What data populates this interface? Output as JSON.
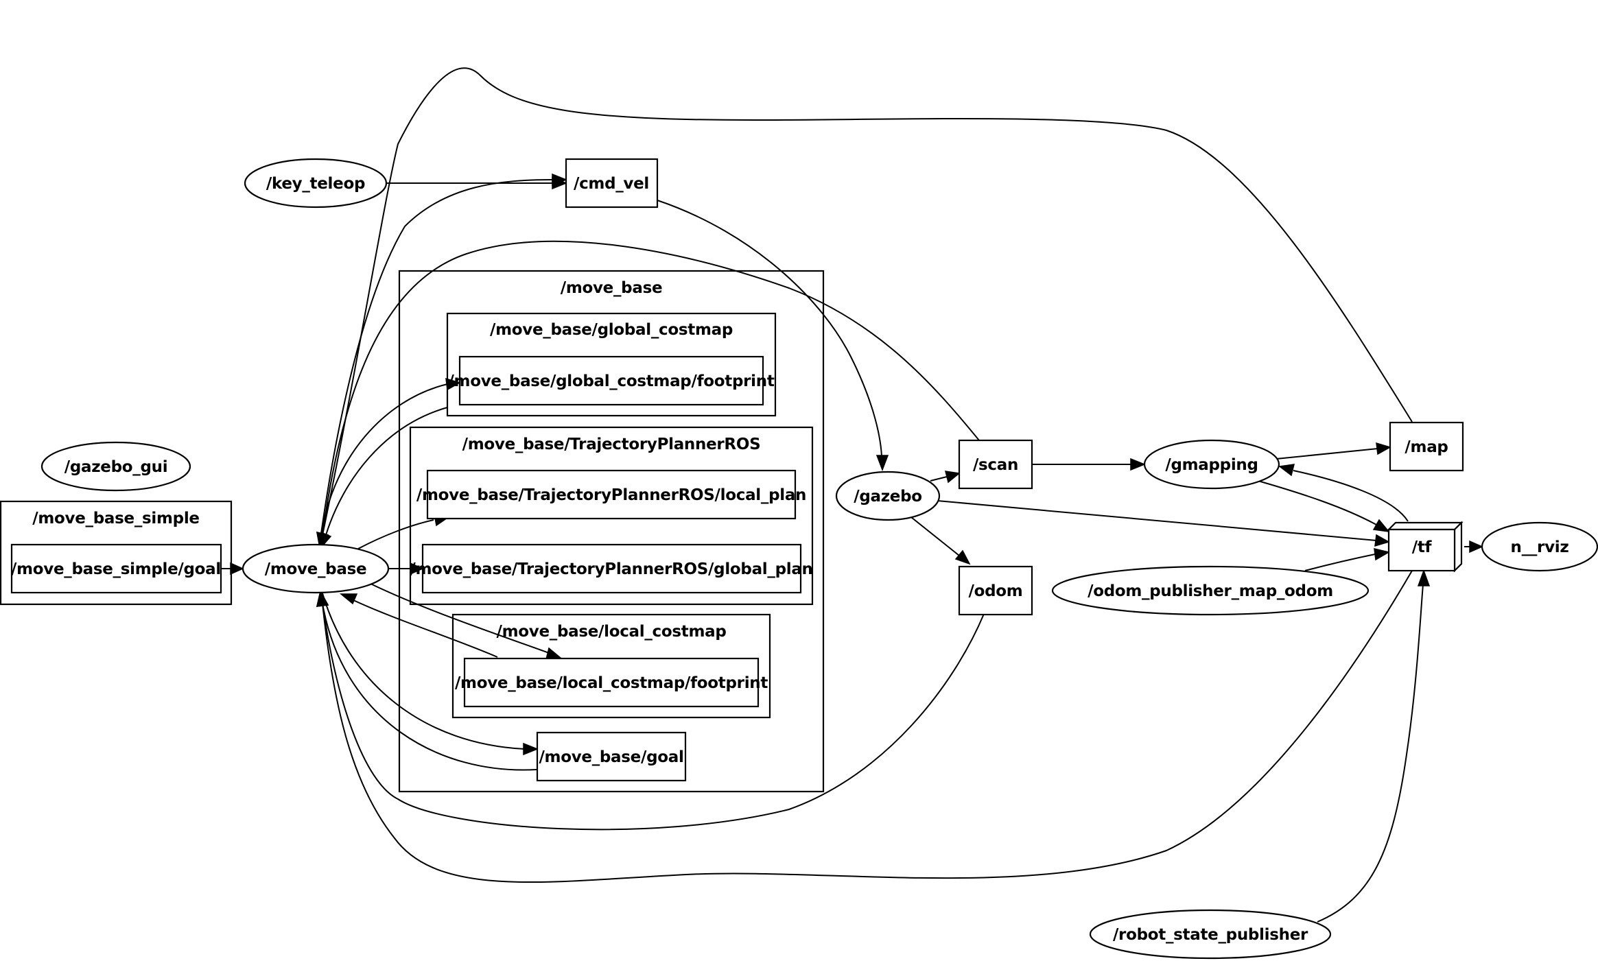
{
  "nodes": {
    "key_teleop": "/key_teleop",
    "gazebo_gui": "/gazebo_gui",
    "move_base_node": "/move_base",
    "gazebo": "/gazebo",
    "gmapping": "/gmapping",
    "odom_publisher_map_odom": "/odom_publisher_map_odom",
    "rviz": "n__rviz",
    "robot_state_publisher": "/robot_state_publisher"
  },
  "topics": {
    "cmd_vel": "/cmd_vel",
    "move_base_simple_goal": "/move_base_simple/goal",
    "global_costmap_footprint": "/move_base/global_costmap/footprint",
    "local_plan": "/move_base/TrajectoryPlannerROS/local_plan",
    "global_plan": "/move_base/TrajectoryPlannerROS/global_plan",
    "local_costmap_footprint": "/move_base/local_costmap/footprint",
    "move_base_goal": "/move_base/goal",
    "scan": "/scan",
    "odom": "/odom",
    "map": "/map",
    "tf": "/tf"
  },
  "clusters": {
    "move_base_simple": "/move_base_simple",
    "move_base": "/move_base",
    "global_costmap": "/move_base/global_costmap",
    "trajectory_planner": "/move_base/TrajectoryPlannerROS",
    "local_costmap": "/move_base/local_costmap"
  },
  "colors": {
    "stroke": "#000000",
    "background": "#ffffff",
    "text": "#000000"
  }
}
